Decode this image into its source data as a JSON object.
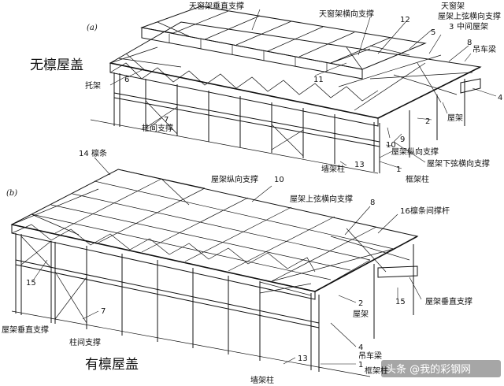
{
  "diagram_a": {
    "tag": "(a)",
    "title": "无檩屋盖",
    "labels": {
      "skylight_vertical_brace": "天窗架垂直支撑",
      "skylight_transverse_brace": "天窗架横向支撑",
      "skylight_frame": "天窗架",
      "truss_top_chord_brace": "屋架上弦横向支撑",
      "middle_truss": "中间屋架",
      "crane_beam": "吊车梁",
      "support_truss": "托架",
      "roof_truss": "屋架",
      "column_brace": "柱间支撑",
      "truss_longitudinal_brace": "屋架纵向支撑",
      "truss_bottom_chord_brace": "屋架下弦横向支撑",
      "wall_column": "墙架柱",
      "frame_column": "框架柱"
    },
    "numbers": {
      "n12": "12",
      "n5": "5",
      "n3": "3",
      "n8": "8",
      "n6": "6",
      "n11": "11",
      "n4": "4",
      "n2": "2",
      "n7": "7",
      "n9": "9",
      "n10": "10",
      "n13": "13",
      "n1": "1"
    }
  },
  "diagram_b": {
    "tag": "(b)",
    "title": "有檩屋盖",
    "labels": {
      "purlin": "檩条",
      "truss_longitudinal_brace": "屋架纵向支撑",
      "truss_top_chord_brace": "屋架上弦横向支撑",
      "purlin_strut": "檩条间撑杆",
      "truss_vertical_brace_right": "屋架垂直支撑",
      "truss_vertical_brace_left": "屋架垂直支撑",
      "roof_truss": "屋架",
      "column_brace": "柱间支撑",
      "crane_beam": "吊车梁",
      "wall_column": "墙架柱",
      "frame_column": "框架柱"
    },
    "numbers": {
      "n14": "14",
      "n10": "10",
      "n8": "8",
      "n16": "16",
      "n15a": "15",
      "n15b": "15",
      "n2": "2",
      "n7": "7",
      "n4": "4",
      "n13": "13",
      "n1": "1"
    }
  },
  "watermark": "头条 @我的彩钢网"
}
